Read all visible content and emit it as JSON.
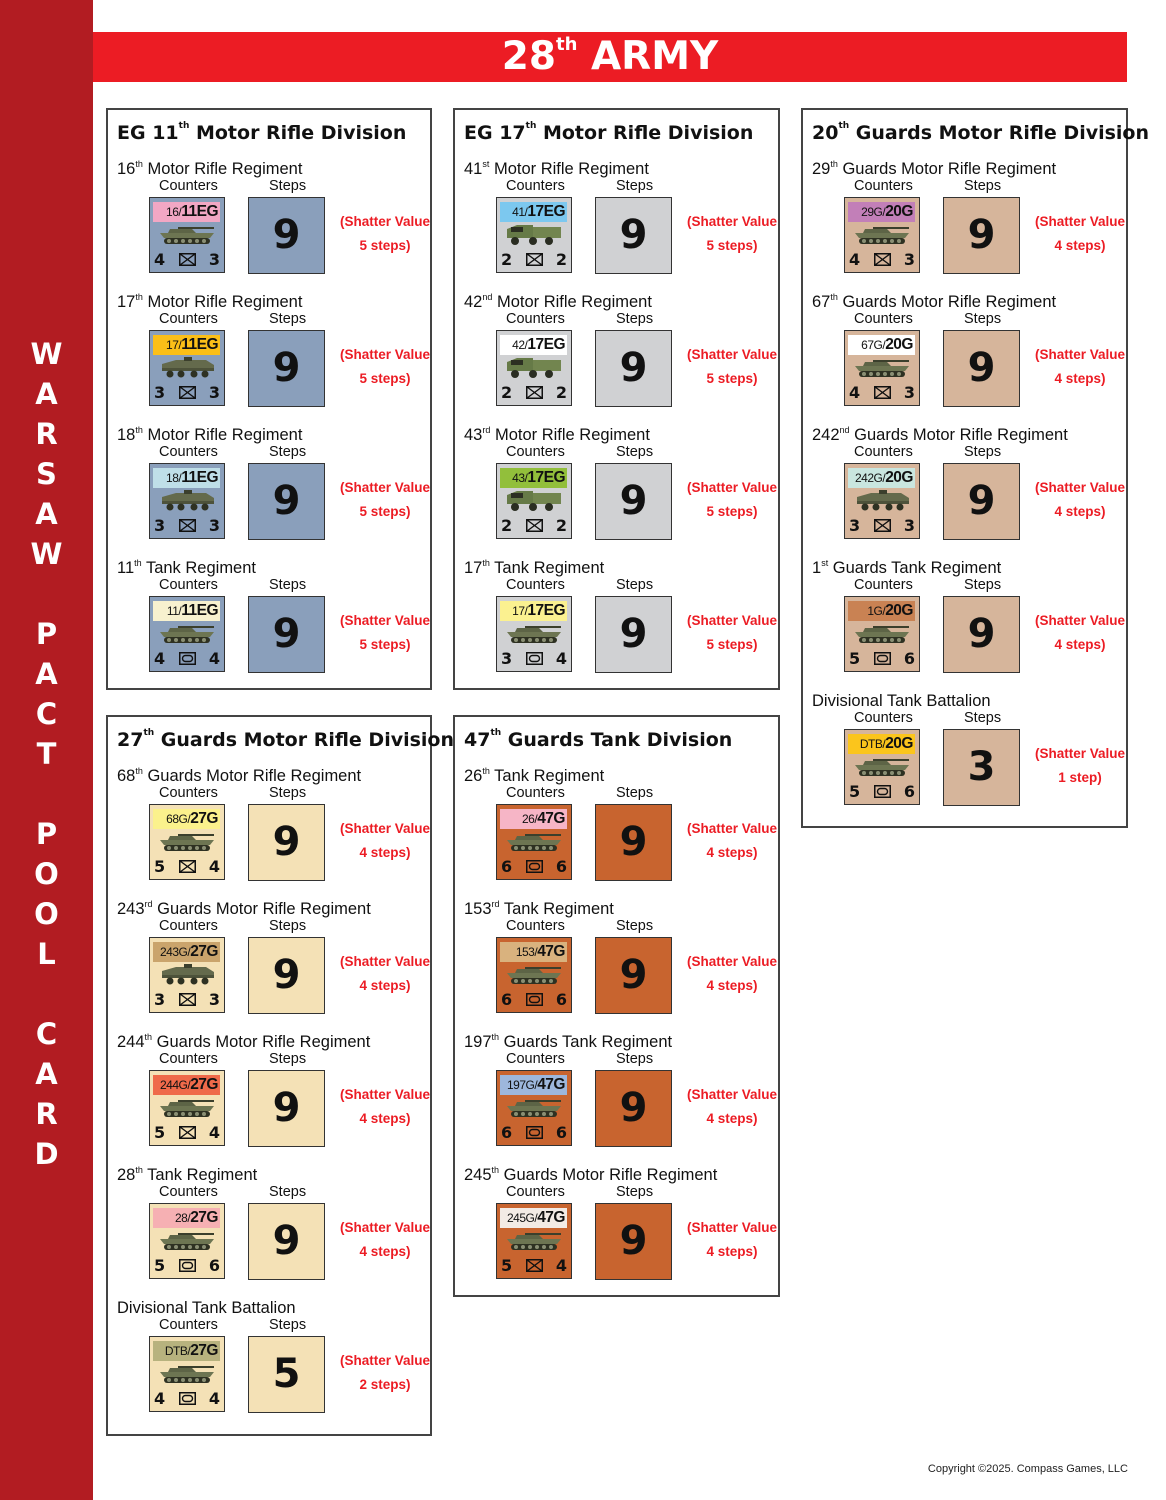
{
  "side_title": [
    "W",
    "A",
    "R",
    "S",
    "A",
    "W",
    "",
    "P",
    "A",
    "C",
    "T",
    "",
    "P",
    "O",
    "O",
    "L",
    "",
    "C",
    "A",
    "R",
    "D"
  ],
  "header": {
    "ord": "28",
    "sup": "th",
    "name": "ARMY"
  },
  "copyright": "Copyright ©2025. Compass Games, LLC",
  "labels": {
    "counters": "Counters",
    "steps": "Steps",
    "shatter_prefix": "(Shatter Value"
  },
  "colors": {
    "band": "#b21c22",
    "header": "#ec1c24",
    "shatter_text": "#ec1c24",
    "eg11": "#8a9fbb",
    "eg17": "#d0d1d3",
    "g20": "#d6b59b",
    "g27": "#f4e1b6",
    "gt47": "#c8642f"
  },
  "divisions": [
    {
      "id": "eg11",
      "title_pre": "EG 11",
      "title_sup": "th",
      "title_post": " Motor Rifle Division",
      "color_key": "eg11",
      "regiments": [
        {
          "ord": "16",
          "sup": "th",
          "name": " Motor Rifle Regiment",
          "tag_sub": "16/",
          "tag_main": "11EG",
          "tag_color": "#f2a7c4",
          "vehicle": "tank-icon",
          "att": "4",
          "unit": "infantry",
          "def": "3",
          "steps": "9",
          "shatter_steps": "5 steps)"
        },
        {
          "ord": "17",
          "sup": "th",
          "name": " Motor Rifle Regiment",
          "tag_sub": "17/",
          "tag_main": "11EG",
          "tag_color": "#fbbf18",
          "vehicle": "apc-icon",
          "att": "3",
          "unit": "infantry",
          "def": "3",
          "steps": "9",
          "shatter_steps": "5 steps)"
        },
        {
          "ord": "18",
          "sup": "th",
          "name": " Motor Rifle Regiment",
          "tag_sub": "18/",
          "tag_main": "11EG",
          "tag_color": "#bfdfe8",
          "vehicle": "apc-icon",
          "att": "3",
          "unit": "infantry",
          "def": "3",
          "steps": "9",
          "shatter_steps": "5 steps)"
        },
        {
          "ord": "11",
          "sup": "th",
          "name": " Tank Regiment",
          "tag_sub": "11/",
          "tag_main": "11EG",
          "tag_color": "#f7f1cf",
          "vehicle": "tank-icon",
          "att": "4",
          "unit": "armor",
          "def": "4",
          "steps": "9",
          "shatter_steps": "5 steps)"
        }
      ]
    },
    {
      "id": "eg17",
      "title_pre": "EG 17",
      "title_sup": "th",
      "title_post": " Motor Rifle Division",
      "color_key": "eg17",
      "regiments": [
        {
          "ord": "41",
          "sup": "st",
          "name": " Motor Rifle Regiment",
          "tag_sub": "41/",
          "tag_main": "17EG",
          "tag_color": "#7cc8ef",
          "vehicle": "truck-icon",
          "att": "2",
          "unit": "infantry",
          "def": "2",
          "steps": "9",
          "shatter_steps": "5 steps)"
        },
        {
          "ord": "42",
          "sup": "nd",
          "name": " Motor Rifle Regiment",
          "tag_sub": "42/",
          "tag_main": "17EG",
          "tag_color": "#ffffff",
          "vehicle": "truck-icon",
          "att": "2",
          "unit": "infantry",
          "def": "2",
          "steps": "9",
          "shatter_steps": "5 steps)"
        },
        {
          "ord": "43",
          "sup": "rd",
          "name": " Motor Rifle Regiment",
          "tag_sub": "43/",
          "tag_main": "17EG",
          "tag_color": "#92bf3b",
          "vehicle": "truck-icon",
          "att": "2",
          "unit": "infantry",
          "def": "2",
          "steps": "9",
          "shatter_steps": "5 steps)"
        },
        {
          "ord": "17",
          "sup": "th",
          "name": " Tank Regiment",
          "tag_sub": "17/",
          "tag_main": "17EG",
          "tag_color": "#fbf190",
          "vehicle": "tank-icon",
          "att": "3",
          "unit": "armor",
          "def": "4",
          "steps": "9",
          "shatter_steps": "5 steps)"
        }
      ]
    },
    {
      "id": "g20",
      "title_pre": "20",
      "title_sup": "th",
      "title_post": " Guards Motor Rifle Division",
      "color_key": "g20",
      "regiments": [
        {
          "ord": "29",
          "sup": "th",
          "name": " Guards Motor Rifle Regiment",
          "tag_sub": "29G/",
          "tag_main": "20G",
          "tag_color": "#c27fb8",
          "vehicle": "tank-icon",
          "att": "4",
          "unit": "infantry",
          "def": "3",
          "steps": "9",
          "shatter_steps": "4 steps)"
        },
        {
          "ord": "67",
          "sup": "th",
          "name": " Guards Motor Rifle Regiment",
          "tag_sub": "67G/",
          "tag_main": "20G",
          "tag_color": "#ffffff",
          "vehicle": "tank-icon",
          "att": "4",
          "unit": "infantry",
          "def": "3",
          "steps": "9",
          "shatter_steps": "4 steps)"
        },
        {
          "ord": "242",
          "sup": "nd",
          "name": " Guards Motor Rifle Regiment",
          "tag_sub": "242G/",
          "tag_main": "20G",
          "tag_color": "#c9e6df",
          "vehicle": "apc-icon",
          "att": "3",
          "unit": "infantry",
          "def": "3",
          "steps": "9",
          "shatter_steps": "4 steps)"
        },
        {
          "ord": "1",
          "sup": "st",
          "name": " Guards Tank Regiment",
          "tag_sub": "1G/",
          "tag_main": "20G",
          "tag_color": "#c98253",
          "vehicle": "tank-icon",
          "att": "5",
          "unit": "armor",
          "def": "6",
          "steps": "9",
          "shatter_steps": "4 steps)"
        },
        {
          "ord": "",
          "sup": "",
          "name": "Divisional Tank Battalion",
          "tag_sub": "DTB/",
          "tag_main": "20G",
          "tag_color": "#fbc51c",
          "vehicle": "tank-icon",
          "att": "5",
          "unit": "armor",
          "def": "6",
          "steps": "3",
          "shatter_steps": "1 step)"
        }
      ]
    },
    {
      "id": "g27",
      "title_pre": "27",
      "title_sup": "th",
      "title_post": " Guards Motor Rifle Division",
      "color_key": "g27",
      "regiments": [
        {
          "ord": "68",
          "sup": "th",
          "name": " Guards Motor Rifle Regiment",
          "tag_sub": "68G/",
          "tag_main": "27G",
          "tag_color": "#fbf18c",
          "vehicle": "tank-icon",
          "att": "5",
          "unit": "infantry",
          "def": "4",
          "steps": "9",
          "shatter_steps": "4 steps)"
        },
        {
          "ord": "243",
          "sup": "rd",
          "name": " Guards Motor Rifle Regiment",
          "tag_sub": "243G/",
          "tag_main": "27G",
          "tag_color": "#caa46c",
          "vehicle": "apc-icon",
          "att": "3",
          "unit": "infantry",
          "def": "3",
          "steps": "9",
          "shatter_steps": "4 steps)"
        },
        {
          "ord": "244",
          "sup": "th",
          "name": " Guards Motor Rifle Regiment",
          "tag_sub": "244G/",
          "tag_main": "27G",
          "tag_color": "#ef6a4a",
          "vehicle": "tank-icon",
          "att": "5",
          "unit": "infantry",
          "def": "4",
          "steps": "9",
          "shatter_steps": "4 steps)"
        },
        {
          "ord": "28",
          "sup": "th",
          "name": " Tank Regiment",
          "tag_sub": "28/",
          "tag_main": "27G",
          "tag_color": "#f6b0b3",
          "vehicle": "tank-icon",
          "att": "5",
          "unit": "armor",
          "def": "6",
          "steps": "9",
          "shatter_steps": "4 steps)"
        },
        {
          "ord": "",
          "sup": "",
          "name": "Divisional Tank Battalion",
          "tag_sub": "DTB/",
          "tag_main": "27G",
          "tag_color": "#b7b27e",
          "vehicle": "tank-icon",
          "att": "4",
          "unit": "armor",
          "def": "4",
          "steps": "5",
          "shatter_steps": "2 steps)"
        }
      ]
    },
    {
      "id": "gt47",
      "title_pre": "47",
      "title_sup": "th",
      "title_post": " Guards Tank Division",
      "color_key": "gt47",
      "regiments": [
        {
          "ord": "26",
          "sup": "th",
          "name": " Tank Regiment",
          "tag_sub": "26/",
          "tag_main": "47G",
          "tag_color": "#f6b5c6",
          "vehicle": "tank-icon",
          "att": "6",
          "unit": "armor",
          "def": "6",
          "steps": "9",
          "shatter_steps": "4 steps)"
        },
        {
          "ord": "153",
          "sup": "rd",
          "name": " Tank Regiment",
          "tag_sub": "153/",
          "tag_main": "47G",
          "tag_color": "#d9b27e",
          "vehicle": "tank-icon",
          "att": "6",
          "unit": "armor",
          "def": "6",
          "steps": "9",
          "shatter_steps": "4 steps)"
        },
        {
          "ord": "197",
          "sup": "th",
          "name": " Guards Tank Regiment",
          "tag_sub": "197G/",
          "tag_main": "47G",
          "tag_color": "#9db7dc",
          "vehicle": "tank-icon",
          "att": "6",
          "unit": "armor",
          "def": "6",
          "steps": "9",
          "shatter_steps": "4 steps)"
        },
        {
          "ord": "245",
          "sup": "th",
          "name": " Guards Motor Rifle Regiment",
          "tag_sub": "245G/",
          "tag_main": "47G",
          "tag_color": "#f3ebe5",
          "vehicle": "tank-icon",
          "att": "5",
          "unit": "infantry",
          "def": "4",
          "steps": "9",
          "shatter_steps": "4 steps)"
        }
      ]
    }
  ]
}
